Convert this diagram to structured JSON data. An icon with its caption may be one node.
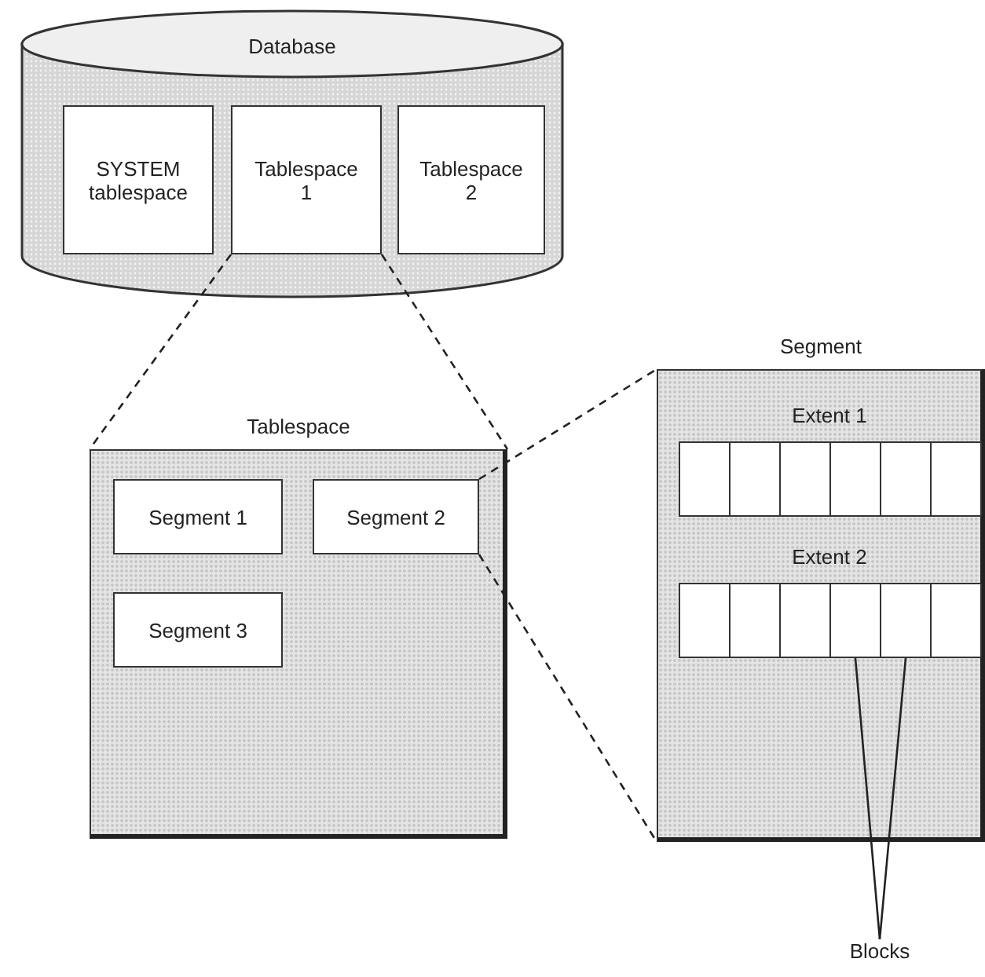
{
  "diagram": {
    "nodes": [
      {
        "text": [
          "Database"
        ]
      },
      {
        "text": [
          "SYSTEM tablespace"
        ],
        "in": 0
      },
      {
        "text": [
          "Tablespace 1"
        ],
        "in": 0
      },
      {
        "text": [
          "Tablespace 2"
        ],
        "in": 0
      },
      {
        "text": [
          "Tablespace"
        ]
      },
      {
        "text": [
          "Segment 1"
        ],
        "in": 4
      },
      {
        "text": [
          "Segment 2"
        ],
        "in": 4
      },
      {
        "text": [
          "Segment 3"
        ],
        "in": 4
      },
      {
        "text": [
          "Segment"
        ]
      },
      {
        "text": [
          "Extent 1"
        ],
        "in": 8
      },
      {
        "text": [],
        "shape": "box",
        "in": 9
      },
      {
        "text": [],
        "shape": "box",
        "in": 9
      },
      {
        "text": [],
        "shape": "box",
        "in": 9
      },
      {
        "text": [],
        "shape": "box",
        "in": 9
      },
      {
        "text": [],
        "shape": "box",
        "in": 9
      },
      {
        "text": [],
        "shape": "box",
        "in": 9
      },
      {
        "text": [
          "Extent 2"
        ],
        "in": 8
      },
      {
        "text": [],
        "shape": "box",
        "in": 16
      },
      {
        "text": [],
        "shape": "box",
        "in": 16
      },
      {
        "text": [],
        "shape": "box",
        "in": 16
      },
      {
        "text": [],
        "shape": "box",
        "in": 16
      },
      {
        "text": [],
        "shape": "box",
        "in": 16
      },
      {
        "text": [],
        "shape": "box",
        "in": 16
      },
      {
        "text": [
          "Blocks"
        ]
      }
    ],
    "edges": [
      {
        "from": 2,
        "to": 4,
        "arrow": "none",
        "style": "dashed"
      },
      {
        "from": 2,
        "to": 4,
        "arrow": "none",
        "style": "dashed"
      },
      {
        "from": 6,
        "to": 8,
        "arrow": "none",
        "style": "dashed"
      },
      {
        "from": 6,
        "to": 8,
        "arrow": "none",
        "style": "dashed"
      },
      {
        "from": 23,
        "to": 20,
        "arrow": "none"
      },
      {
        "from": 23,
        "to": 21,
        "arrow": "none"
      }
    ]
  }
}
